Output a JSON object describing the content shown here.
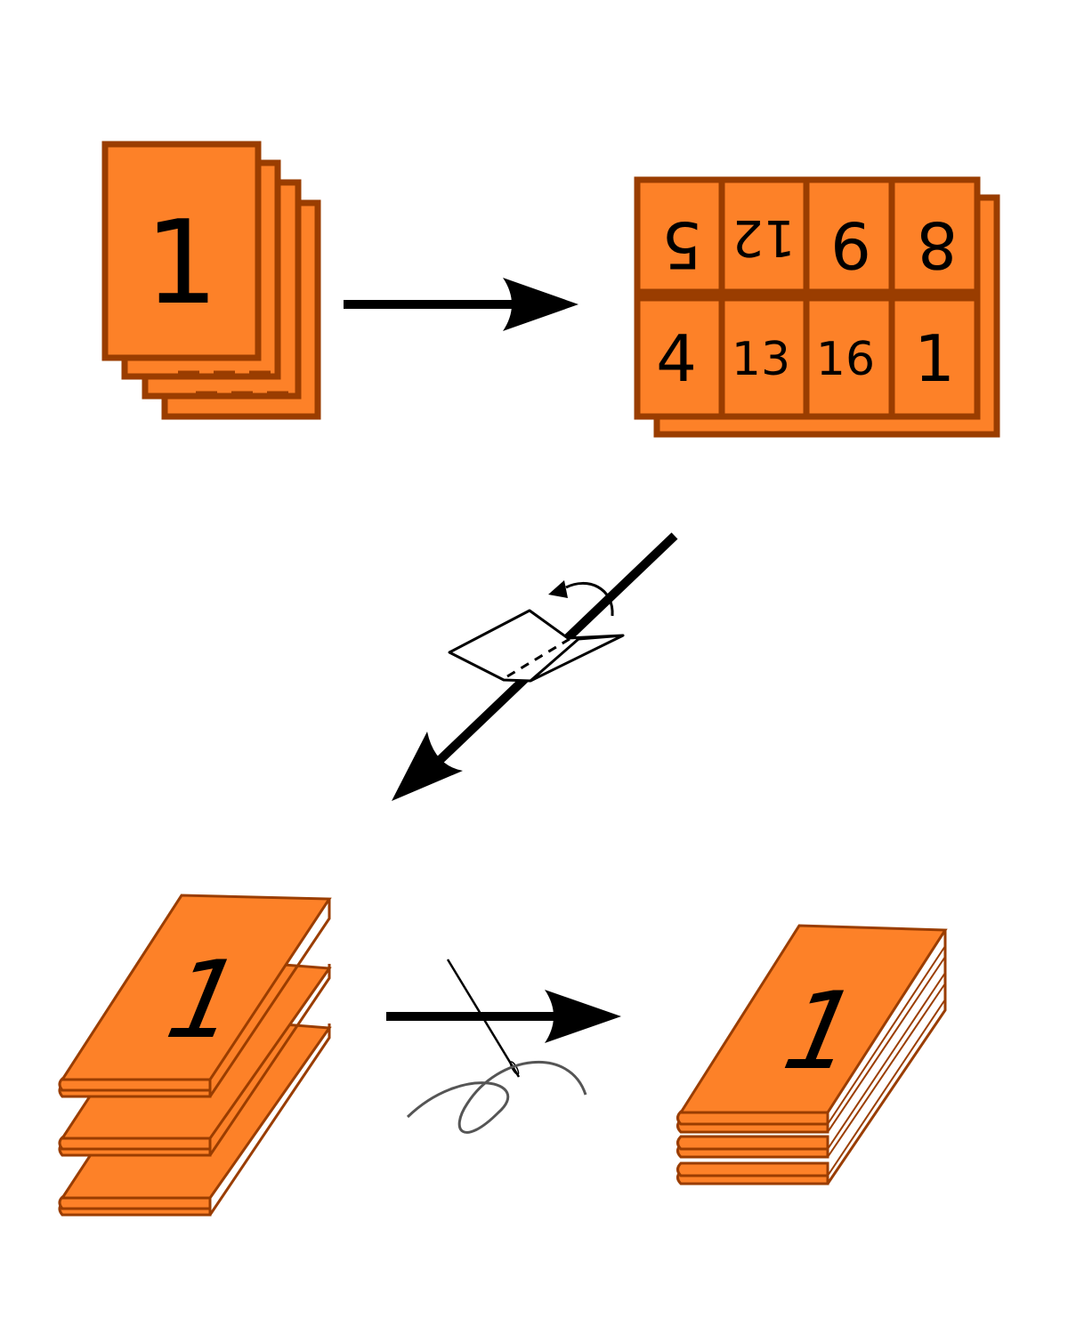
{
  "colors": {
    "paper_fill": "#fd8128",
    "paper_stroke": "#9a3d00",
    "arrow": "#000000",
    "thread": "#555555"
  },
  "step1": {
    "page_number": "1"
  },
  "step2": {
    "top_row": [
      "5",
      "12",
      "9",
      "8"
    ],
    "bottom_row": [
      "4",
      "13",
      "16",
      "1"
    ]
  },
  "step3": {
    "signature_number": "1",
    "signature_count": 3
  },
  "step4": {
    "book_number": "1"
  },
  "icons": {
    "print_arrow": "right-arrow-icon",
    "fold_arrow": "diagonal-arrow-icon",
    "fold_symbol": "folding-sheet-icon",
    "sew_symbol": "needle-thread-icon",
    "sew_arrow": "right-arrow-icon"
  }
}
